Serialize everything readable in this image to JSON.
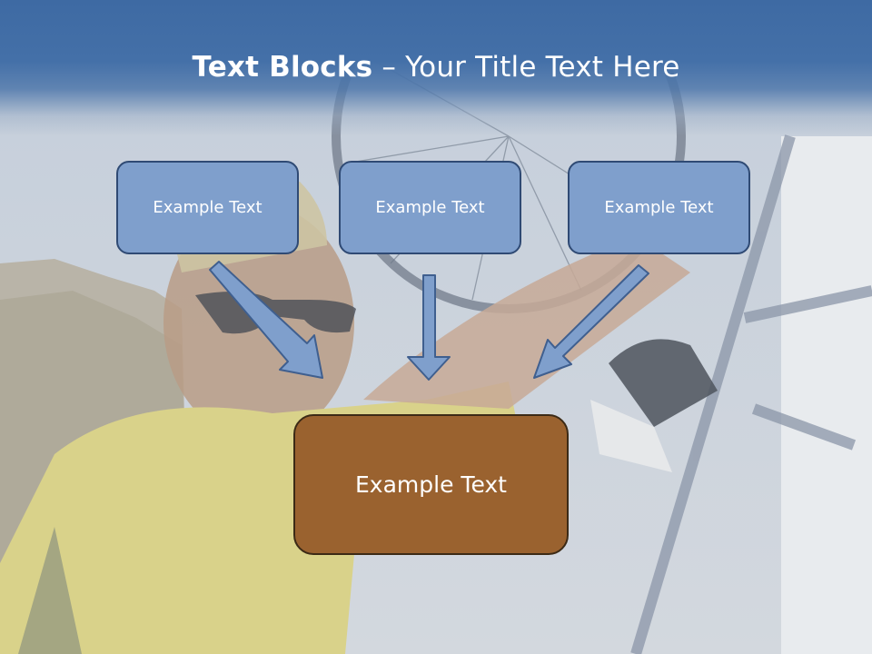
{
  "title": {
    "bold": "Text Blocks",
    "separator": " – ",
    "rest": "Your Title Text Here"
  },
  "blocks": [
    {
      "label": "Example Text"
    },
    {
      "label": "Example Text"
    },
    {
      "label": "Example Text"
    }
  ],
  "main_block": {
    "label": "Example Text"
  },
  "colors": {
    "title_band": "#3e6aa3",
    "block_fill": "#7f9fcc",
    "block_border": "#2f4a74",
    "main_fill": "#9a622f",
    "arrow_fill": "#7f9fcc"
  },
  "background_image": "cyclist-with-bicycle-photo"
}
